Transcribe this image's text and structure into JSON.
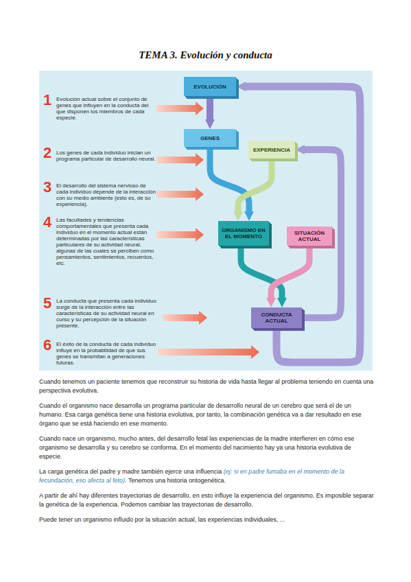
{
  "diagram": {
    "title": "TEMA 3. Evolución y conducta",
    "nodes": [
      {
        "text": [
          "EVOLUCIÓN"
        ]
      },
      {
        "text": [
          "GENES"
        ]
      },
      {
        "text": [
          "EXPERIENCIA"
        ]
      },
      {
        "text": [
          "ORGANISMO EN EL MOMENTO"
        ]
      },
      {
        "text": [
          "SITUACIÓN ACTUAL"
        ]
      },
      {
        "text": [
          "CONDUCTA ACTUAL"
        ]
      }
    ],
    "edges": [
      {
        "from": 0,
        "to": 1,
        "arrow": "to"
      },
      {
        "from": 1,
        "to": 3,
        "arrow": "to"
      },
      {
        "from": 2,
        "to": 3,
        "arrow": "to"
      },
      {
        "from": 3,
        "to": 5,
        "arrow": "to"
      },
      {
        "from": 4,
        "to": 5,
        "arrow": "to"
      },
      {
        "from": 5,
        "to": 0,
        "arrow": "to"
      },
      {
        "from": 5,
        "to": 2,
        "arrow": "to"
      }
    ],
    "labels": [
      "1",
      "Evolución actual sobre el conjunto de genes que influyen en la conducta del que disponen los miembros de cada especie.",
      "2",
      "Los genes de cada individuo inician un programa particular de desarrollo neural.",
      "3",
      "El desarrollo del sistema nervioso de cada individuo depende de la interacción con su medio ambiente (esto es, de su experiencia).",
      "4",
      "Las facultades y tendencias comportamentales que presenta cada individuo en el momento actual están determinadas por las características particulares de su actividad neural, algunas de las cuales se perciben como pensamientos, sentimientos, recuerdos, etc.",
      "5",
      "La conducta que presenta cada individuo surge de la interacción entre las características de su actividad neural en curso y su percepción de la situación presente.",
      "6",
      "El éxito de la conducta de cada individuo influye en la probabilidad de que sus genes se transmitan a generaciones futuras.",
      "Cuando tenemos un paciente tenemos que reconstruir su historia de vida hasta llegar al problema teniendo en cuenta una perspectiva evolutiva.",
      "Cuando el organismo nace desarrolla un programa particular de desarrollo neural de un cerebro que será el de un humano. Esa carga genética tiene una historia evolutiva, por tanto, la combinación genética va a dar resultado en ese órgano que se está haciendo en ese momento.",
      "Cuando nace un organismo, mucho antes, del desarrollo fetal las experiencias de la madre interfieren en cómo ese organismo se desarrolla y su cerebro se conforma. En el momento del nacimiento hay ya una historia evolutiva de especie.",
      "La carga genética del padre y madre también ejerce una influencia",
      "(ej: si en padre fumaba en el momento de la fecundación, eso afecta al feto)",
      ". Tenemos una historia ontogenética.",
      "A partir de ahí hay diferentes trayectorias de desarrollo, en esto influye la experiencia del organismo. Es imposible separar la genética de la experiencia. Podemos cambiar las trayectorias de desarrollo.",
      "Puede tener un organismo influido por la situación actual, las experiencias individuales, ..."
    ]
  }
}
